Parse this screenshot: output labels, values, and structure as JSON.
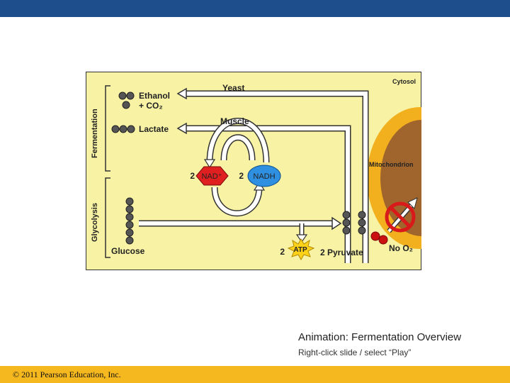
{
  "slide": {
    "caption": "Animation: Fermentation Overview",
    "subcaption": "Right-click slide / select “Play”",
    "copyright": "© 2011 Pearson Education, Inc."
  },
  "colors": {
    "header_bar": "#1f4e8c",
    "footer_bar": "#f6b81f",
    "figure_background": "#f7f2a4",
    "nad_plus": "#e02020",
    "nadh": "#2f8fe0",
    "atp": "#ffd21a",
    "mitochondrion": "#a0652c"
  },
  "figure": {
    "cytosol": "Cytosol",
    "mitochondrion": "Mitochondrion",
    "fermentation": "Fermentation",
    "glycolysis": "Glycolysis",
    "yeast": "Yeast",
    "muscle": "Muscle",
    "ethanol": "Ethanol",
    "co2": "+ CO₂",
    "lactate": "Lactate",
    "nad_count": "2",
    "nad_plus": "NAD⁺",
    "nadh_count": "2",
    "nadh": "NADH",
    "glucose": "Glucose",
    "atp_count": "2",
    "atp": "ATP",
    "pyruvate": "2 Pyruvate",
    "no_o2": "No O₂"
  }
}
